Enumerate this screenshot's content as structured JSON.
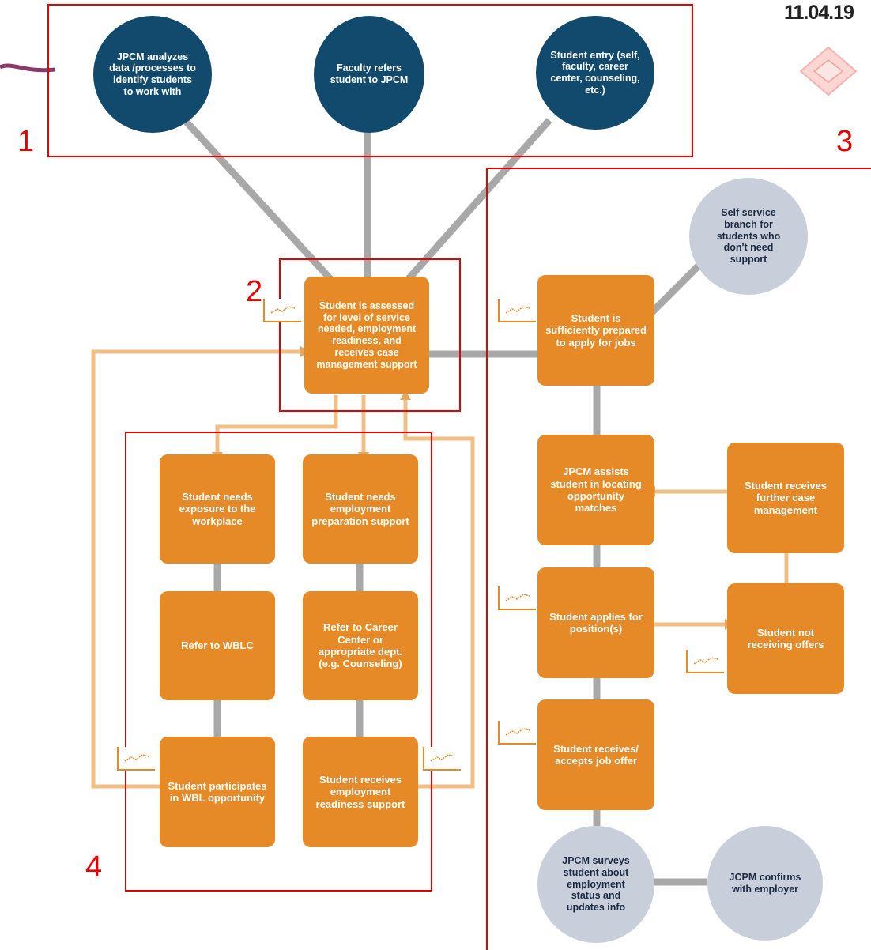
{
  "header": {
    "date": "11.04.19"
  },
  "region_labels": {
    "r1": "1",
    "r2": "2",
    "r3": "3",
    "r4": "4"
  },
  "nodes": {
    "jpcm_analyzes": "JPCM analyzes data /processes to identify students to work with",
    "faculty_refers": "Faculty refers student to JPCM",
    "student_entry": "Student entry (self, faculty, career center, counseling, etc.)",
    "assessed": "Student is assessed for level of service needed, employment readiness, and receives case management support",
    "needs_exposure": "Student needs exposure to the workplace",
    "needs_employment_prep": "Student needs employment preparation support",
    "refer_wblc": "Refer to WBLC",
    "refer_career_center": "Refer to Career Center or appropriate dept. (e.g. Counseling)",
    "participates_wbl": "Student participates in WBL opportunity",
    "receives_readiness": "Student receives employment readiness support",
    "self_service": "Self service branch for students who don't need support",
    "sufficiently_prepared": "Student is sufficiently prepared to apply for jobs",
    "jpcm_assists": "JPCM assists student in locating opportunity matches",
    "further_case_mgmt": "Student receives further case management",
    "applies": "Student applies for position(s)",
    "not_receiving_offers": "Student not receiving offers",
    "accepts_offer": "Student receives/ accepts job offer",
    "jpcm_surveys": "JPCM surveys student about employment status and updates info",
    "jcpm_confirms": "JCPM confirms with employer"
  },
  "colors": {
    "process_box": "#e58a26",
    "entry_circle": "#124a6e",
    "end_circle": "#c9cfda",
    "connector": "#a8a8a8",
    "feedback_arrow": "#f0bf85",
    "region_outline": "#e60000"
  },
  "icons": {
    "note": "document-trend-icon",
    "diamond": "diamond-badge-icon"
  }
}
